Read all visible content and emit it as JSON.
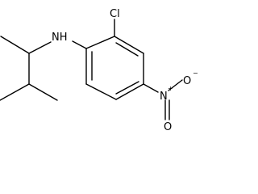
{
  "molecule": {
    "atoms": {
      "amine_n": "NH",
      "chlorine": "Cl",
      "nitro_n": "N",
      "nitro_o_top": "O",
      "nitro_o_bottom": "O",
      "charge_plus": "+",
      "charge_minus": "−"
    }
  }
}
